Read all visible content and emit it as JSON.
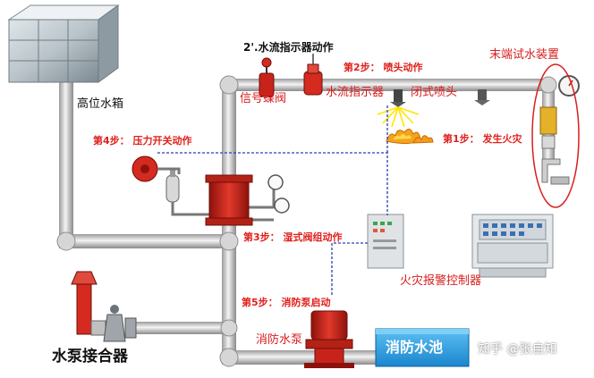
{
  "diagram": {
    "labels": {
      "tank": "高位水箱",
      "step2prime": "2'.水流指示器动作",
      "step2": "第2步：  喷头动作",
      "end_test": "末端试水装置",
      "signal_valve": "信号蝶阀",
      "flow_indicator": "水流指示器",
      "closed_sprinkler": "闭式喷头",
      "step4": "第4步：  压力开关动作",
      "step1": "第1步：  发生火灾",
      "step3": "第3步：  湿式阀组动作",
      "alarm_controller": "火灾报警控制器",
      "step5": "第5步：  消防泵启动",
      "pump_adapter": "水泵接合器",
      "fire_pump": "消防水泵",
      "pool": "消防水池",
      "watermark": "知乎 @张自知"
    },
    "colors": {
      "pipe": "#e3e3e3",
      "pipe_edge": "#8f8f8f",
      "valve_red": "#d42a1f",
      "pool_blue": "#2aa4e8",
      "signal_line": "#2a3fb0",
      "annotation_red": "#d81e1e"
    }
  }
}
